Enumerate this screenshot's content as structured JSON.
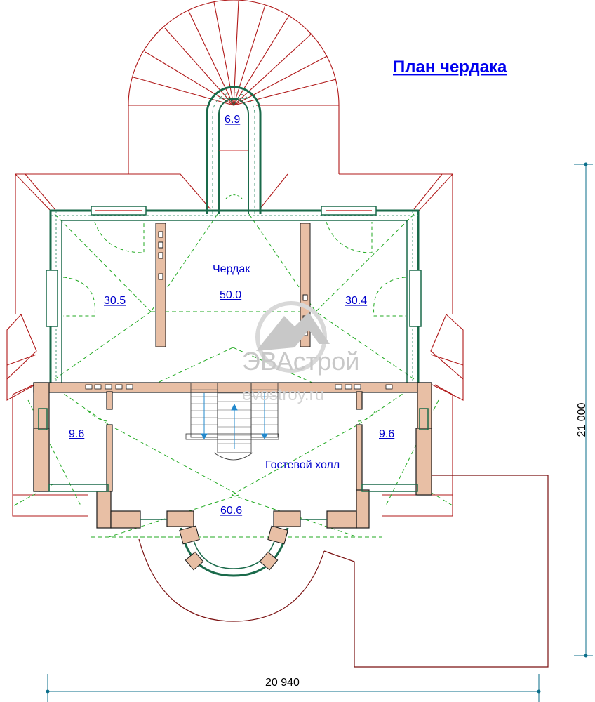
{
  "title": "План чердака",
  "rooms": {
    "attic_name": "Чердак",
    "hall_name": "Гостевой холл"
  },
  "areas": {
    "stair_top": "6.9",
    "attic": "50.0",
    "left_room": "30.5",
    "right_room": "30.4",
    "left_small": "9.6",
    "right_small": "9.6",
    "hall": "60.6"
  },
  "dimensions": {
    "width": "20 940",
    "height": "21 000"
  },
  "watermark": {
    "name": "ЭВАстрой",
    "site": "evostroy.ru"
  },
  "colors": {
    "roof_lines": "#b01818",
    "walls": "#1a6a4a",
    "wall_fill": "#e8bfa5",
    "hatch": "#22aa22",
    "labels": "#0000cc"
  }
}
